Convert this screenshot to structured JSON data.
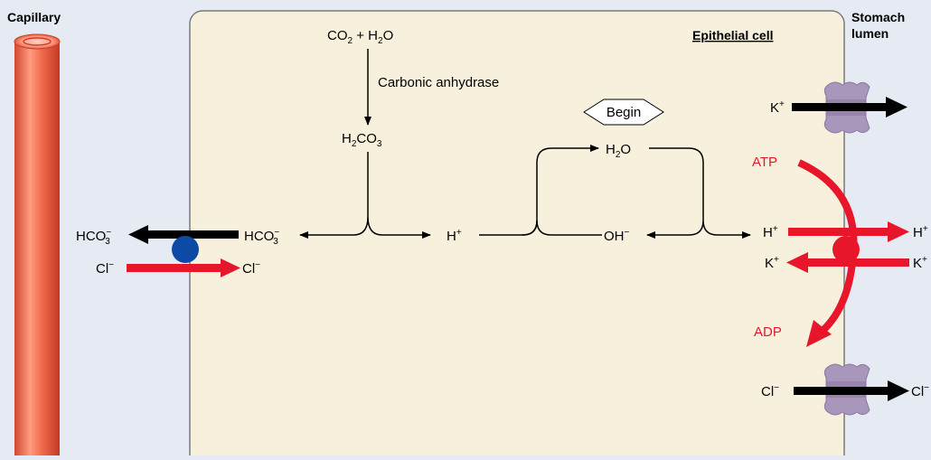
{
  "labels": {
    "capillary": "Capillary",
    "stomach_lumen_line1": "Stomach",
    "stomach_lumen_line2": "lumen",
    "epithelial_cell": "Epithelial cell",
    "carbonic_anhydrase": "Carbonic anhydrase",
    "begin": "Begin"
  },
  "chemicals": {
    "co2_water": {
      "co": "CO",
      "sub1": "2",
      "plus_h": " + H",
      "sub2": "2",
      "o": "O"
    },
    "carbonic_acid": {
      "h": "H",
      "sub1": "2",
      "co": "CO",
      "sub2": "3"
    },
    "water": {
      "h": "H",
      "sub": "2",
      "o": "O"
    },
    "bicarbonate_cell": {
      "base": "HCO",
      "sup": "−",
      "sub": "3"
    },
    "bicarbonate_blood": {
      "base": "HCO",
      "sup": "−",
      "sub": "3"
    },
    "proton_cell": {
      "base": "H",
      "sup": "+"
    },
    "hydroxide": {
      "base": "OH",
      "sup": "−"
    },
    "proton_pump": {
      "base": "H",
      "sup": "+"
    },
    "proton_lumen": {
      "base": "H",
      "sup": "+"
    },
    "potassium_cell_pump": {
      "base": "K",
      "sup": "+"
    },
    "potassium_lumen_pump": {
      "base": "K",
      "sup": "+"
    },
    "potassium_channel": {
      "base": "K",
      "sup": "+"
    },
    "chloride_blood": {
      "base": "Cl",
      "sup": "−"
    },
    "chloride_cell": {
      "base": "Cl",
      "sup": "−"
    },
    "chloride_channel_cell": {
      "base": "Cl",
      "sup": "−"
    },
    "chloride_lumen": {
      "base": "Cl",
      "sup": "−"
    },
    "atp": "ATP",
    "adp": "ADP"
  },
  "colors": {
    "background": "#e6eaf3",
    "cell_fill": "#f7f0dc",
    "cell_stroke": "#7a7a7a",
    "capillary_main": "#f06a4d",
    "capillary_light": "#ffb9a3",
    "capillary_dark": "#c8402a",
    "accent_red": "#e8162b",
    "exchanger_blue": "#0d4aa6",
    "channel_purple": "#a996bb",
    "arrow_black": "#000000"
  }
}
